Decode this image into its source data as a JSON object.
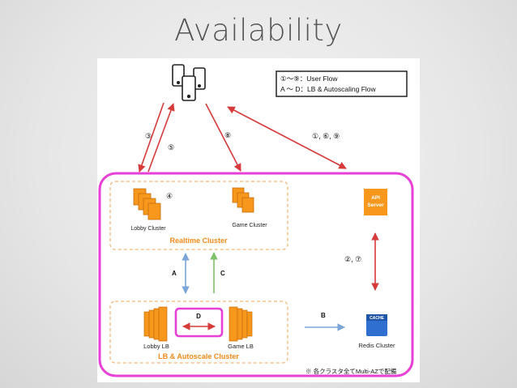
{
  "slide": {
    "title": "Availability"
  },
  "legend": {
    "line1": "①〜⑨：User Flow",
    "line2": "A 〜 D：LB & Autoscaling Flow"
  },
  "flow_labels": {
    "step3": "③",
    "step5": "⑤",
    "step8": "⑧",
    "step169": "①, ⑥, ⑨",
    "step4": "④",
    "step27": "②, ⑦",
    "a": "A",
    "b": "B",
    "c": "C",
    "d": "D"
  },
  "realtime_cluster": {
    "title": "Realtime Cluster",
    "lobby": "Lobby Cluster",
    "game": "Game Cluster"
  },
  "lb_cluster": {
    "title": "LB & Autoscale Cluster",
    "lobby_lb": "Lobby LB",
    "game_lb": "Game LB"
  },
  "api_server": {
    "line1": "API",
    "line2": "Server"
  },
  "redis": {
    "icon_text": "CACHE",
    "label": "Redis Cluster"
  },
  "footnote": "※ 各クラスタ全てMulti-AZで配備",
  "colors": {
    "orange": "#f7981d",
    "dashed_border": "#f5b87a",
    "cluster_title": "#f08a1a",
    "magenta": "#e83fd6",
    "red_arrow": "#d63a3a",
    "blue_arrow": "#7aa6d8",
    "green_arrow": "#7cc26a",
    "cache_blue": "#2f6fd0"
  }
}
